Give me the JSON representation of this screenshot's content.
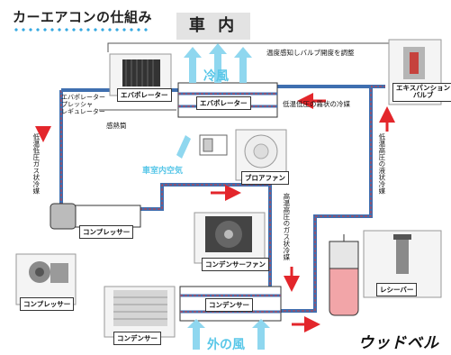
{
  "title": "カーエアコンの仕組み",
  "car_interior": "車 内",
  "cold_air": "冷風",
  "outside_air": "外の風",
  "cabin_air": "車室内空気",
  "valve_note": "温度感知しバルブ開度を調整",
  "evap_regulator_note": "エバポレーター\nプレッシャ\nレギュレーター",
  "heat_sensing_tube": "感熱筒",
  "low_temp_mist": "低温低圧の霧状の冷媒",
  "low_temp_gas": "低温低圧ガス状冷媒",
  "high_temp_liquid": "低温高圧の液状冷媒",
  "high_temp_gas": "高温高圧のガス状冷媒",
  "components": {
    "evaporator_photo": "エバポレーター",
    "evaporator_unit": "エバポレーター",
    "blower_fan": "ブロアファン",
    "compressor_unit": "コンプレッサー",
    "compressor_photo": "コンプレッサー",
    "condenser_fan": "コンデンサーファン",
    "condenser_unit": "コンデンサー",
    "condenser_photo": "コンデンサー",
    "receiver": "レシーバー",
    "expansion_valve": "エキスパンション\nバルブ"
  },
  "logo": "ウッドベル",
  "colors": {
    "pipe_blue": "#3f6fb0",
    "pipe_red": "#d93a3a",
    "arrow_red": "#e3262b",
    "air_blue": "#59c7e8",
    "tank_pink": "#f2a5a8",
    "panel_gray": "#e3e3e3"
  },
  "icons": [
    "evaporator-photo",
    "blower-fan-photo",
    "compressor-photo",
    "condenser-fan-photo",
    "condenser-photo",
    "receiver-photo",
    "expansion-valve-photo"
  ]
}
